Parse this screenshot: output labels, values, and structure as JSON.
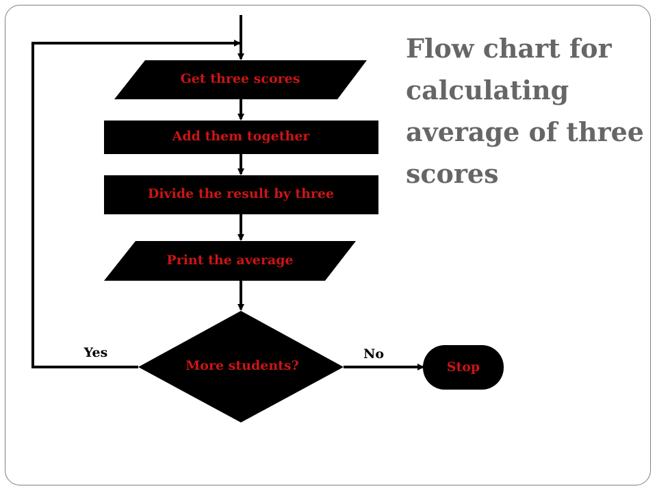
{
  "title": "Flow chart for calculating average of three scores",
  "colors": {
    "shape_fill": "#000000",
    "node_text": "#cc1515",
    "title_text": "#666666",
    "connector": "#000000"
  },
  "nodes": {
    "input_scores": "Get three scores",
    "add": "Add them together",
    "divide": "Divide the result by three",
    "output_average": "Print the average",
    "decision": "More students?",
    "terminal": "Stop"
  },
  "edges": {
    "yes": "Yes",
    "no": "No"
  }
}
